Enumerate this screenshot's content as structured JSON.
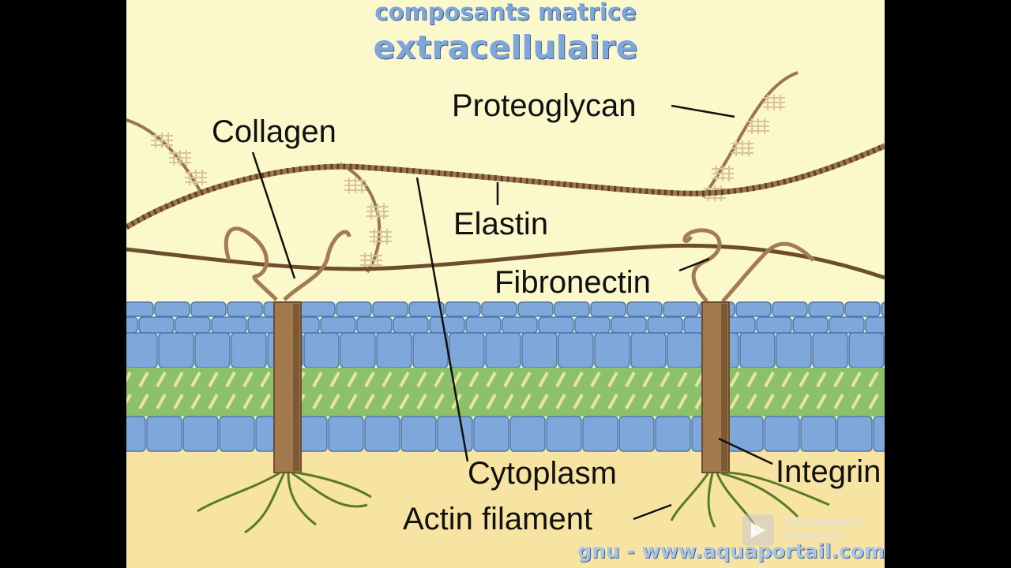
{
  "title": {
    "line1": "composants matrice",
    "line2": "extracellulaire"
  },
  "labels": {
    "proteoglycan": "Proteoglycan",
    "collagen": "Collagen",
    "elastin": "Elastin",
    "fibronectin": "Fibronectin",
    "cytoplasm": "Cytoplasm",
    "integrin": "Integrin",
    "actin_filament": "Actin filament"
  },
  "footer": "gnu - www.aquaportail.com",
  "watermark": {
    "line1": "Wondershare",
    "line2": "FilmoraGo"
  },
  "colors": {
    "background": "#fbf8cb",
    "membrane_blue": "#7fa7d9",
    "membrane_green": "#8dc06a",
    "cytoplasm": "#f8e4a2",
    "integrin": "#a27a4e",
    "fiber_brown": "#9b7550",
    "actin_green": "#5a7a25"
  }
}
